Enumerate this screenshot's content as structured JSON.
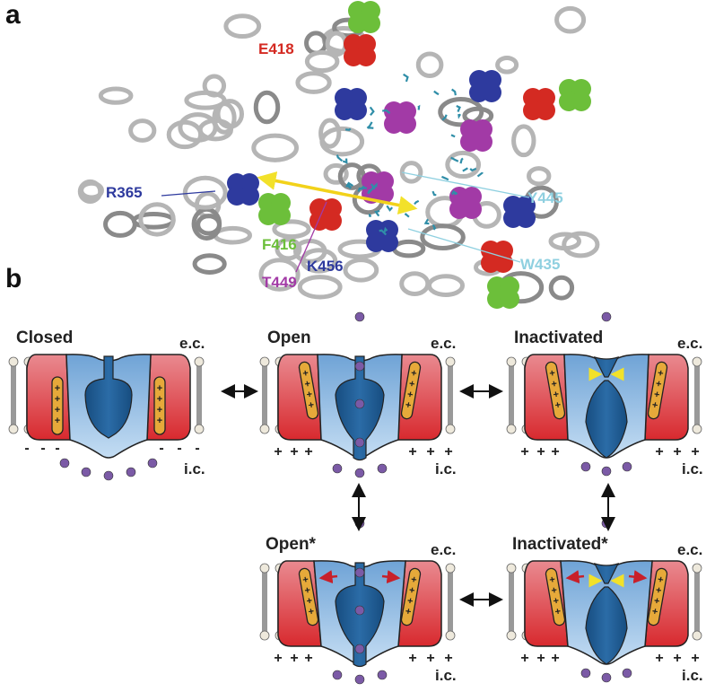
{
  "panel_a": {
    "label": "a",
    "residues": [
      {
        "name": "E418",
        "color": "#d42a22"
      },
      {
        "name": "R365",
        "color": "#2e3a9e"
      },
      {
        "name": "F416",
        "color": "#6cbf3a"
      },
      {
        "name": "T449",
        "color": "#a23aa6"
      },
      {
        "name": "K456",
        "color": "#2e3a9e"
      },
      {
        "name": "Y445",
        "color": "#8fd0e0"
      },
      {
        "name": "W435",
        "color": "#8fd0e0"
      }
    ]
  },
  "panel_b": {
    "label": "b",
    "ec_label": "e.c.",
    "ic_label": "i.c.",
    "states": [
      {
        "name": "Closed",
        "charge": "-",
        "pore_open": false,
        "inactivated": false,
        "expanded": false
      },
      {
        "name": "Open",
        "charge": "+",
        "pore_open": true,
        "inactivated": false,
        "expanded": false
      },
      {
        "name": "Inactivated",
        "charge": "+",
        "pore_open": false,
        "inactivated": true,
        "expanded": false
      },
      {
        "name": "Open*",
        "charge": "+",
        "pore_open": true,
        "inactivated": false,
        "expanded": true
      },
      {
        "name": "Inactivated*",
        "charge": "+",
        "pore_open": false,
        "inactivated": true,
        "expanded": true
      }
    ],
    "colors": {
      "vsd": "#d9444a",
      "pore": "#9cc6ea",
      "pore_dark": "#1f5f96",
      "sensor": "#e6a93a",
      "ion": "#7b5aa6",
      "yellow_arrow": "#f2e12a",
      "red_arrow": "#c8202a"
    }
  }
}
